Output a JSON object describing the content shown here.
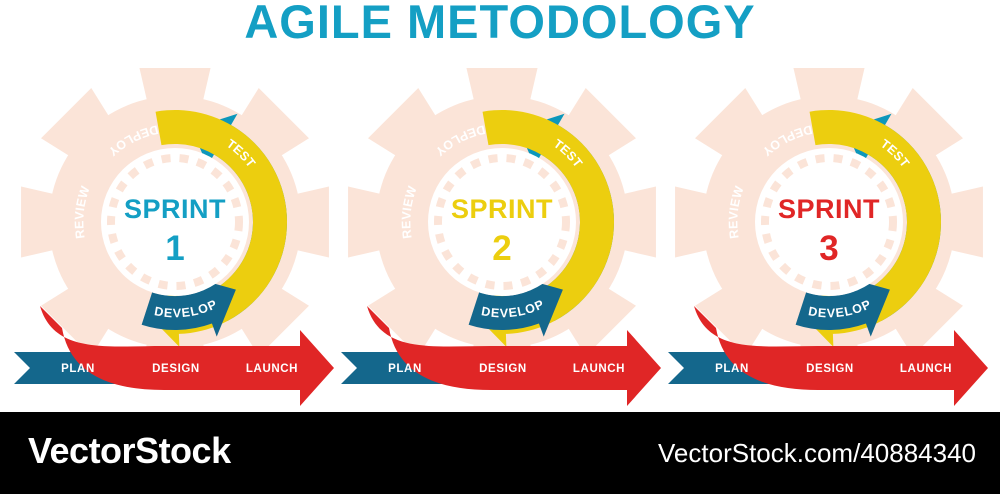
{
  "title": "AGILE METODOLOGY",
  "colors": {
    "title": "#149fc4",
    "cyan": "#0d97bb",
    "yellow": "#ecce0f",
    "red": "#e02626",
    "dark_blue": "#14678c",
    "gear_peach": "#fbe4d8",
    "footer_bg": "#000000",
    "page_bg": "#ffffff"
  },
  "sprints": [
    {
      "center_word": "SPRINT",
      "center_number": "1",
      "center_color": "#149fc4",
      "arcs": [
        {
          "label": "TEST",
          "color": "#0d97bb"
        },
        {
          "label": "DEPLOY",
          "color": "#ecce0f"
        },
        {
          "label": "REVIEW",
          "color": "#ecce0f"
        },
        {
          "label": "DEVELOP",
          "color": "#14678c"
        }
      ],
      "bar": [
        {
          "label": "PLAN",
          "color": "#14678c"
        },
        {
          "label": "DESIGN",
          "color": "#e02626"
        },
        {
          "label": "LAUNCH",
          "color": "#e02626"
        }
      ]
    },
    {
      "center_word": "SPRINT",
      "center_number": "2",
      "center_color": "#ecce0f",
      "arcs": [
        {
          "label": "TEST",
          "color": "#0d97bb"
        },
        {
          "label": "DEPLOY",
          "color": "#ecce0f"
        },
        {
          "label": "REVIEW",
          "color": "#ecce0f"
        },
        {
          "label": "DEVELOP",
          "color": "#14678c"
        }
      ],
      "bar": [
        {
          "label": "PLAN",
          "color": "#14678c"
        },
        {
          "label": "DESIGN",
          "color": "#e02626"
        },
        {
          "label": "LAUNCH",
          "color": "#e02626"
        }
      ]
    },
    {
      "center_word": "SPRINT",
      "center_number": "3",
      "center_color": "#e02626",
      "arcs": [
        {
          "label": "TEST",
          "color": "#0d97bb"
        },
        {
          "label": "DEPLOY",
          "color": "#ecce0f"
        },
        {
          "label": "REVIEW",
          "color": "#ecce0f"
        },
        {
          "label": "DEVELOP",
          "color": "#14678c"
        }
      ],
      "bar": [
        {
          "label": "PLAN",
          "color": "#14678c"
        },
        {
          "label": "DESIGN",
          "color": "#e02626"
        },
        {
          "label": "LAUNCH",
          "color": "#e02626"
        }
      ]
    }
  ],
  "footer": {
    "brand": "VectorStock",
    "url": "VectorStock.com/40884340"
  }
}
